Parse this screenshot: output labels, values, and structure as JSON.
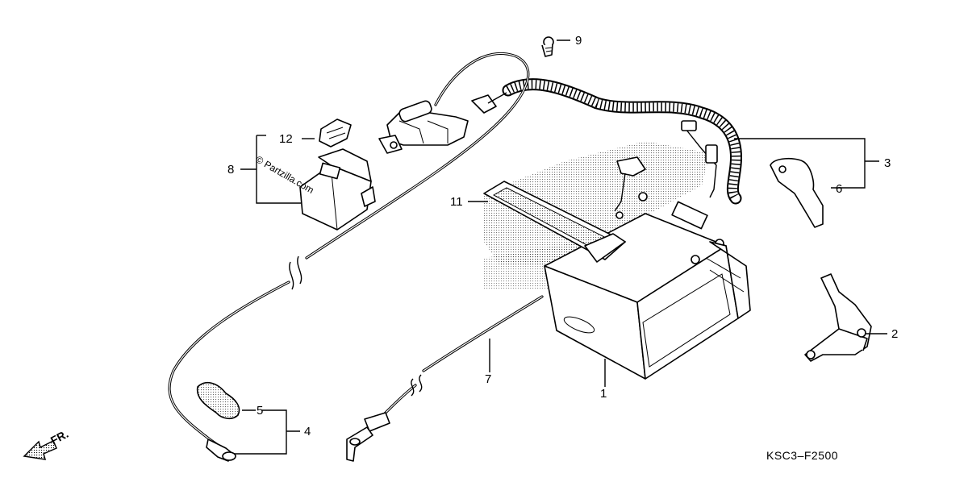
{
  "diagram": {
    "callouts": [
      {
        "id": "c1",
        "text": "1"
      },
      {
        "id": "c2",
        "text": "2"
      },
      {
        "id": "c3",
        "text": "3"
      },
      {
        "id": "c4",
        "text": "4"
      },
      {
        "id": "c5",
        "text": "5"
      },
      {
        "id": "c6",
        "text": "6"
      },
      {
        "id": "c7",
        "text": "7"
      },
      {
        "id": "c8",
        "text": "8"
      },
      {
        "id": "c9",
        "text": "9"
      },
      {
        "id": "c11",
        "text": "11"
      },
      {
        "id": "c12",
        "text": "12"
      }
    ],
    "diagram_code": "KSC3–F2500",
    "front_marker": "FR.",
    "watermark": "© Partzilla.com"
  }
}
